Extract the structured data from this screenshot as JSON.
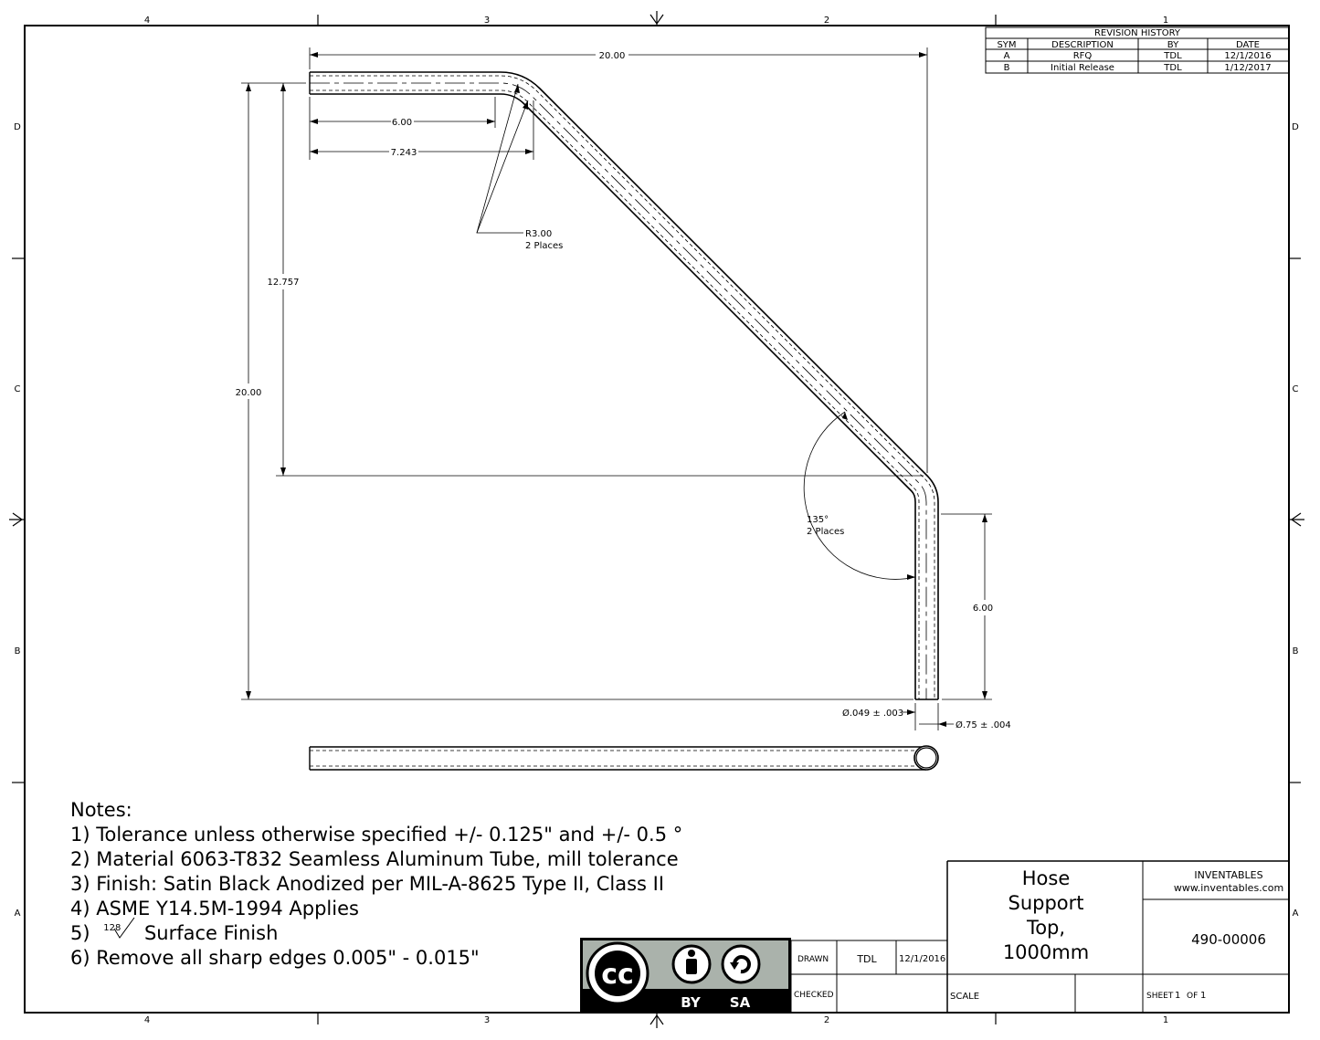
{
  "zones": {
    "columns": [
      "4",
      "3",
      "2",
      "1"
    ],
    "rows": [
      "D",
      "C",
      "B",
      "A"
    ]
  },
  "revision_history": {
    "title": "REVISION HISTORY",
    "headers": [
      "SYM",
      "DESCRIPTION",
      "BY",
      "DATE"
    ],
    "rows": [
      [
        "A",
        "RFQ",
        "TDL",
        "12/1/2016"
      ],
      [
        "B",
        "Initial Release",
        "TDL",
        "1/12/2017"
      ]
    ]
  },
  "dimensions": {
    "overall_width": "20.00",
    "straight_length": "6.00",
    "tangent_length": "7.243",
    "bend_radius": "R3.00",
    "bend_radius_note": "2 Places",
    "vertical_offset": "12.757",
    "overall_height": "20.00",
    "bend_angle": "135°",
    "bend_angle_note": "2 Places",
    "leg_length": "6.00",
    "wall_thickness": "Ø.049 ± .003",
    "outer_diameter": "Ø.75 ± .004"
  },
  "notes": {
    "heading": "Notes:",
    "items": [
      "1) Tolerance unless otherwise specified +/- 0.125\" and +/- 0.5 °",
      "2) Material 6063-T832 Seamless Aluminum Tube, mill tolerance",
      "3) Finish: Satin Black Anodized per MIL-A-8625 Type II, Class II",
      "4) ASME Y14.5M-1994 Applies"
    ],
    "item5_prefix": "5)",
    "item5_finish_value": "128",
    "item5_text": "Surface Finish",
    "item6": "6) Remove all sharp edges 0.005\" - 0.015\""
  },
  "license": {
    "cc_label": "cc",
    "by_label": "BY",
    "sa_label": "SA"
  },
  "title_block": {
    "drawn_label": "DRAWN",
    "drawn_by": "TDL",
    "drawn_date": "12/1/2016",
    "checked_label": "CHECKED",
    "title_lines": [
      "Hose",
      "Support",
      "Top,",
      "1000mm"
    ],
    "company": "INVENTABLES",
    "website": "www.inventables.com",
    "part_number": "490-00006",
    "scale_label": "SCALE",
    "sheet_label": "SHEET",
    "sheet_number": "1",
    "of_label": "OF",
    "sheet_total": "1"
  }
}
